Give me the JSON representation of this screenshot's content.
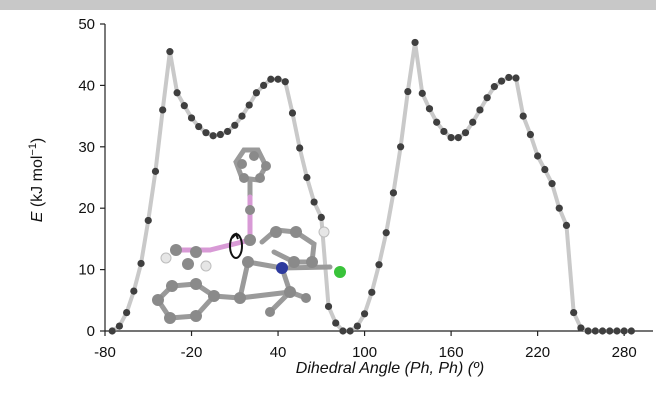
{
  "chart_data": {
    "type": "scatter",
    "xlabel": "Dihedral Angle (Ph, Ph) (º)",
    "ylabel": {
      "main": "E",
      "unit_pre": " (kJ mol",
      "unit_exp": "−1",
      "unit_post": ")"
    },
    "xlim": [
      -80,
      300
    ],
    "ylim": [
      0,
      50
    ],
    "x_ticks": [
      "-80",
      "-20",
      "40",
      "100",
      "160",
      "220",
      "280"
    ],
    "x_tick_values": [
      -80,
      -20,
      40,
      100,
      160,
      220,
      280
    ],
    "y_ticks": [
      "0",
      "10",
      "20",
      "30",
      "40",
      "50"
    ],
    "y_tick_values": [
      0,
      10,
      20,
      30,
      40,
      50
    ],
    "grid": false,
    "line_color": "#c9c9c9",
    "point_color": "#3f3f3f",
    "x": [
      -75,
      -70,
      -65,
      -60,
      -55,
      -50,
      -45,
      -40,
      -35,
      -30,
      -25,
      -20,
      -15,
      -10,
      -5,
      0,
      5,
      10,
      15,
      20,
      25,
      30,
      35,
      40,
      45,
      50,
      55,
      60,
      65,
      70,
      75,
      80,
      85,
      90,
      95,
      100,
      105,
      110,
      115,
      120,
      125,
      130,
      135,
      140,
      145,
      150,
      155,
      160,
      165,
      170,
      175,
      180,
      185,
      190,
      195,
      200,
      205,
      210,
      215,
      220,
      225,
      230,
      235,
      240,
      245,
      250,
      255,
      260,
      265,
      270,
      275,
      280,
      285
    ],
    "values": [
      0,
      0.8,
      3.0,
      6.5,
      11,
      18,
      26,
      36,
      45.5,
      38.8,
      36.7,
      34.7,
      33.3,
      32.3,
      31.8,
      32.0,
      32.5,
      33.5,
      35.0,
      36.8,
      38.8,
      40.0,
      41.0,
      41.0,
      40.6,
      35.5,
      29.8,
      25.0,
      21.0,
      18.5,
      4.0,
      1.3,
      0,
      0,
      0.8,
      2.8,
      6.3,
      10.8,
      16.0,
      22.5,
      30.0,
      39.0,
      47.0,
      38.7,
      36.2,
      34.0,
      32.5,
      31.5,
      31.5,
      32.3,
      34.0,
      36.0,
      38.0,
      39.8,
      40.7,
      41.3,
      41.2,
      35.0,
      32.0,
      28.5,
      26.3,
      24.0,
      20.0,
      17.2,
      3.0,
      0.5,
      0,
      0,
      0,
      0,
      0,
      0,
      0
    ]
  },
  "inset": {
    "kind": "ball-and-stick molecular structure with rotation arrow"
  }
}
